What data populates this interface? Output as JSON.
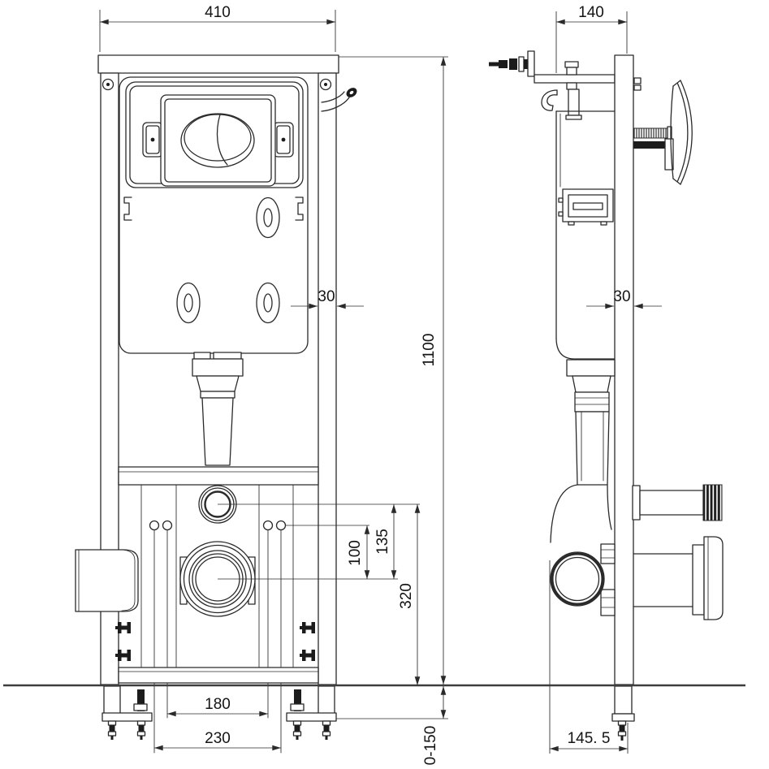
{
  "page": {
    "background": "#ffffff"
  },
  "colors": {
    "ink": "#2a2a2a",
    "dark_fill": "#1c1c1c",
    "floor_line": "#3d3d3d",
    "text": "#141414"
  },
  "views": {
    "front": {
      "dimensions": {
        "overall_width": "410",
        "overall_height": "1100",
        "rail_depth": "30",
        "fixing_bolts_to_drain": "100",
        "flush_outlet_to_drain": "135",
        "drain_center_to_floor": "320",
        "inner_rod_spacing": "180",
        "outer_rod_spacing": "230",
        "foot_height_adjustment": "0-150"
      }
    },
    "side": {
      "dimensions": {
        "overall_depth": "140",
        "rail_depth": "30",
        "drain_outlet_offset": "145. 5"
      }
    }
  }
}
